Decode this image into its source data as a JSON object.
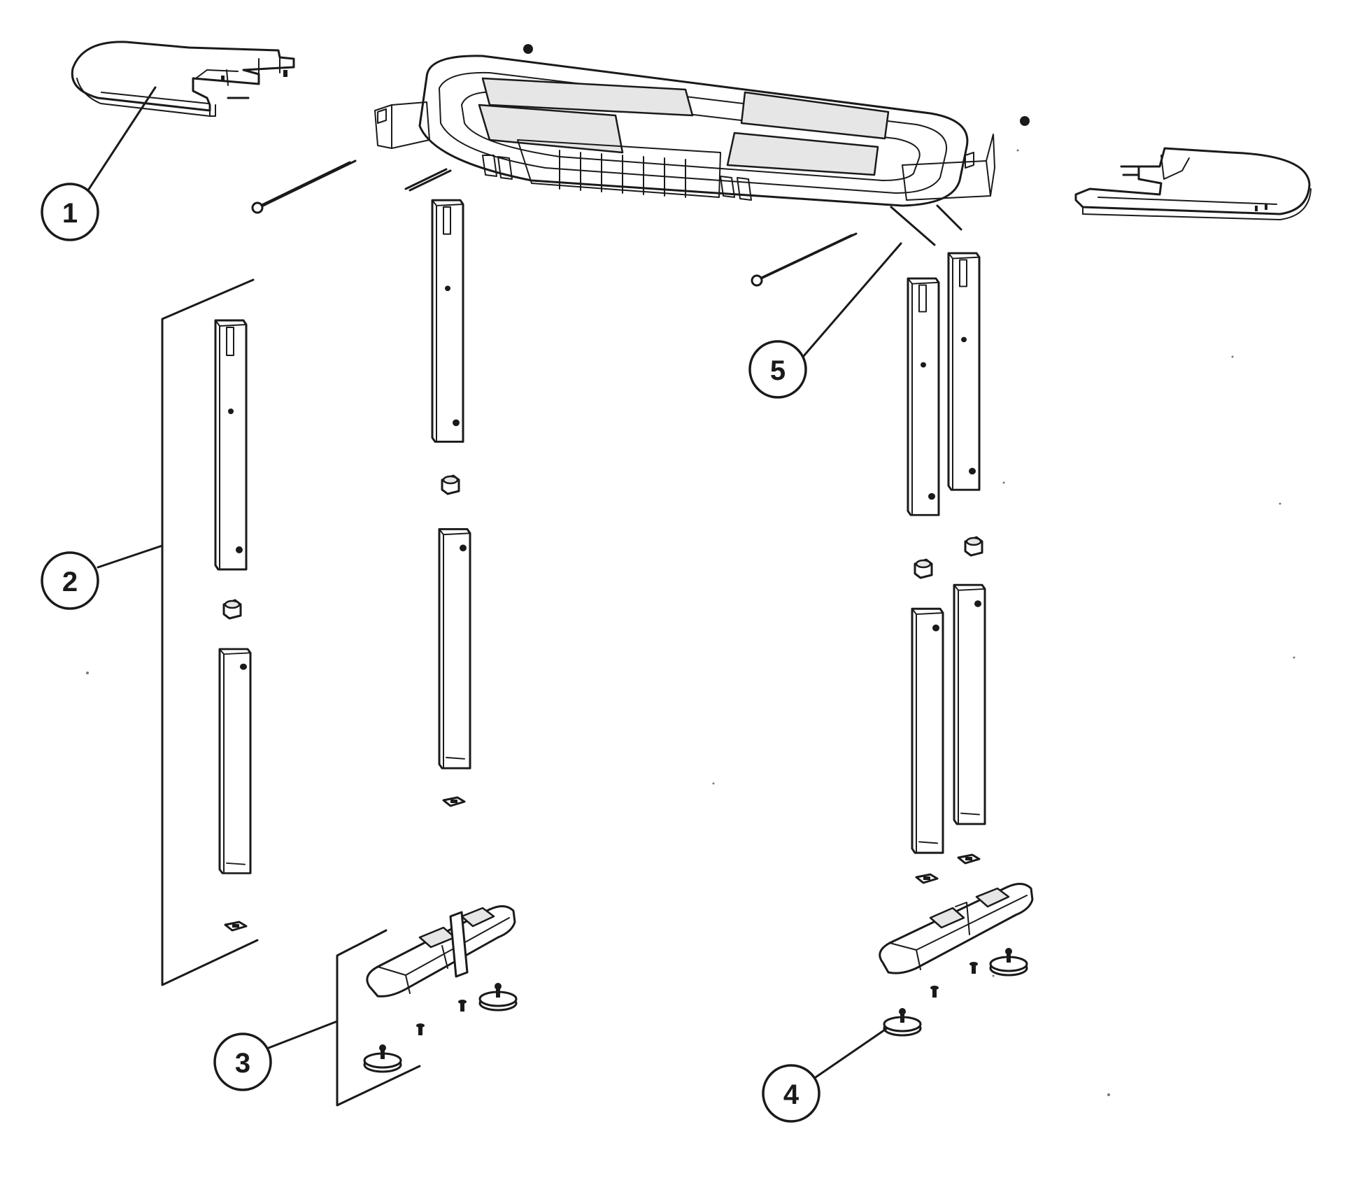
{
  "diagram": {
    "callouts": [
      {
        "id": "callout-1",
        "label": "1"
      },
      {
        "id": "callout-2",
        "label": "2"
      },
      {
        "id": "callout-3",
        "label": "3"
      },
      {
        "id": "callout-4",
        "label": "4"
      },
      {
        "id": "callout-5",
        "label": "5"
      }
    ]
  }
}
